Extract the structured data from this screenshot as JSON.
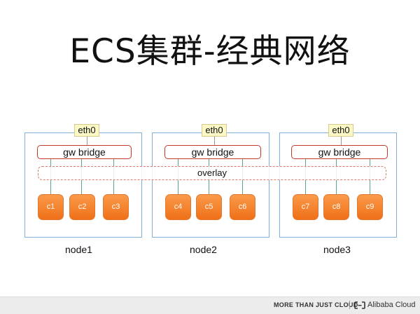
{
  "title": "ECS集群-经典网络",
  "nodes": [
    {
      "label": "node1",
      "eth": "eth0",
      "bridge": "gw bridge",
      "containers": [
        "c1",
        "c2",
        "c3"
      ]
    },
    {
      "label": "node2",
      "eth": "eth0",
      "bridge": "gw bridge",
      "containers": [
        "c4",
        "c5",
        "c6"
      ]
    },
    {
      "label": "node3",
      "eth": "eth0",
      "bridge": "gw bridge",
      "containers": [
        "c7",
        "c8",
        "c9"
      ]
    }
  ],
  "overlay": "overlay",
  "footer": {
    "slogan": "MORE THAN JUST CLOUD",
    "brand": "Alibaba Cloud",
    "icon": "alibaba-cloud-logo-icon"
  },
  "colors": {
    "node_border": "#7fb0dc",
    "eth_fill": "#fbf8c5",
    "bridge_border": "#c0392b",
    "overlay_border": "#d97a6f",
    "container_fill": "#f58a2c",
    "link": "#5aa98a"
  }
}
